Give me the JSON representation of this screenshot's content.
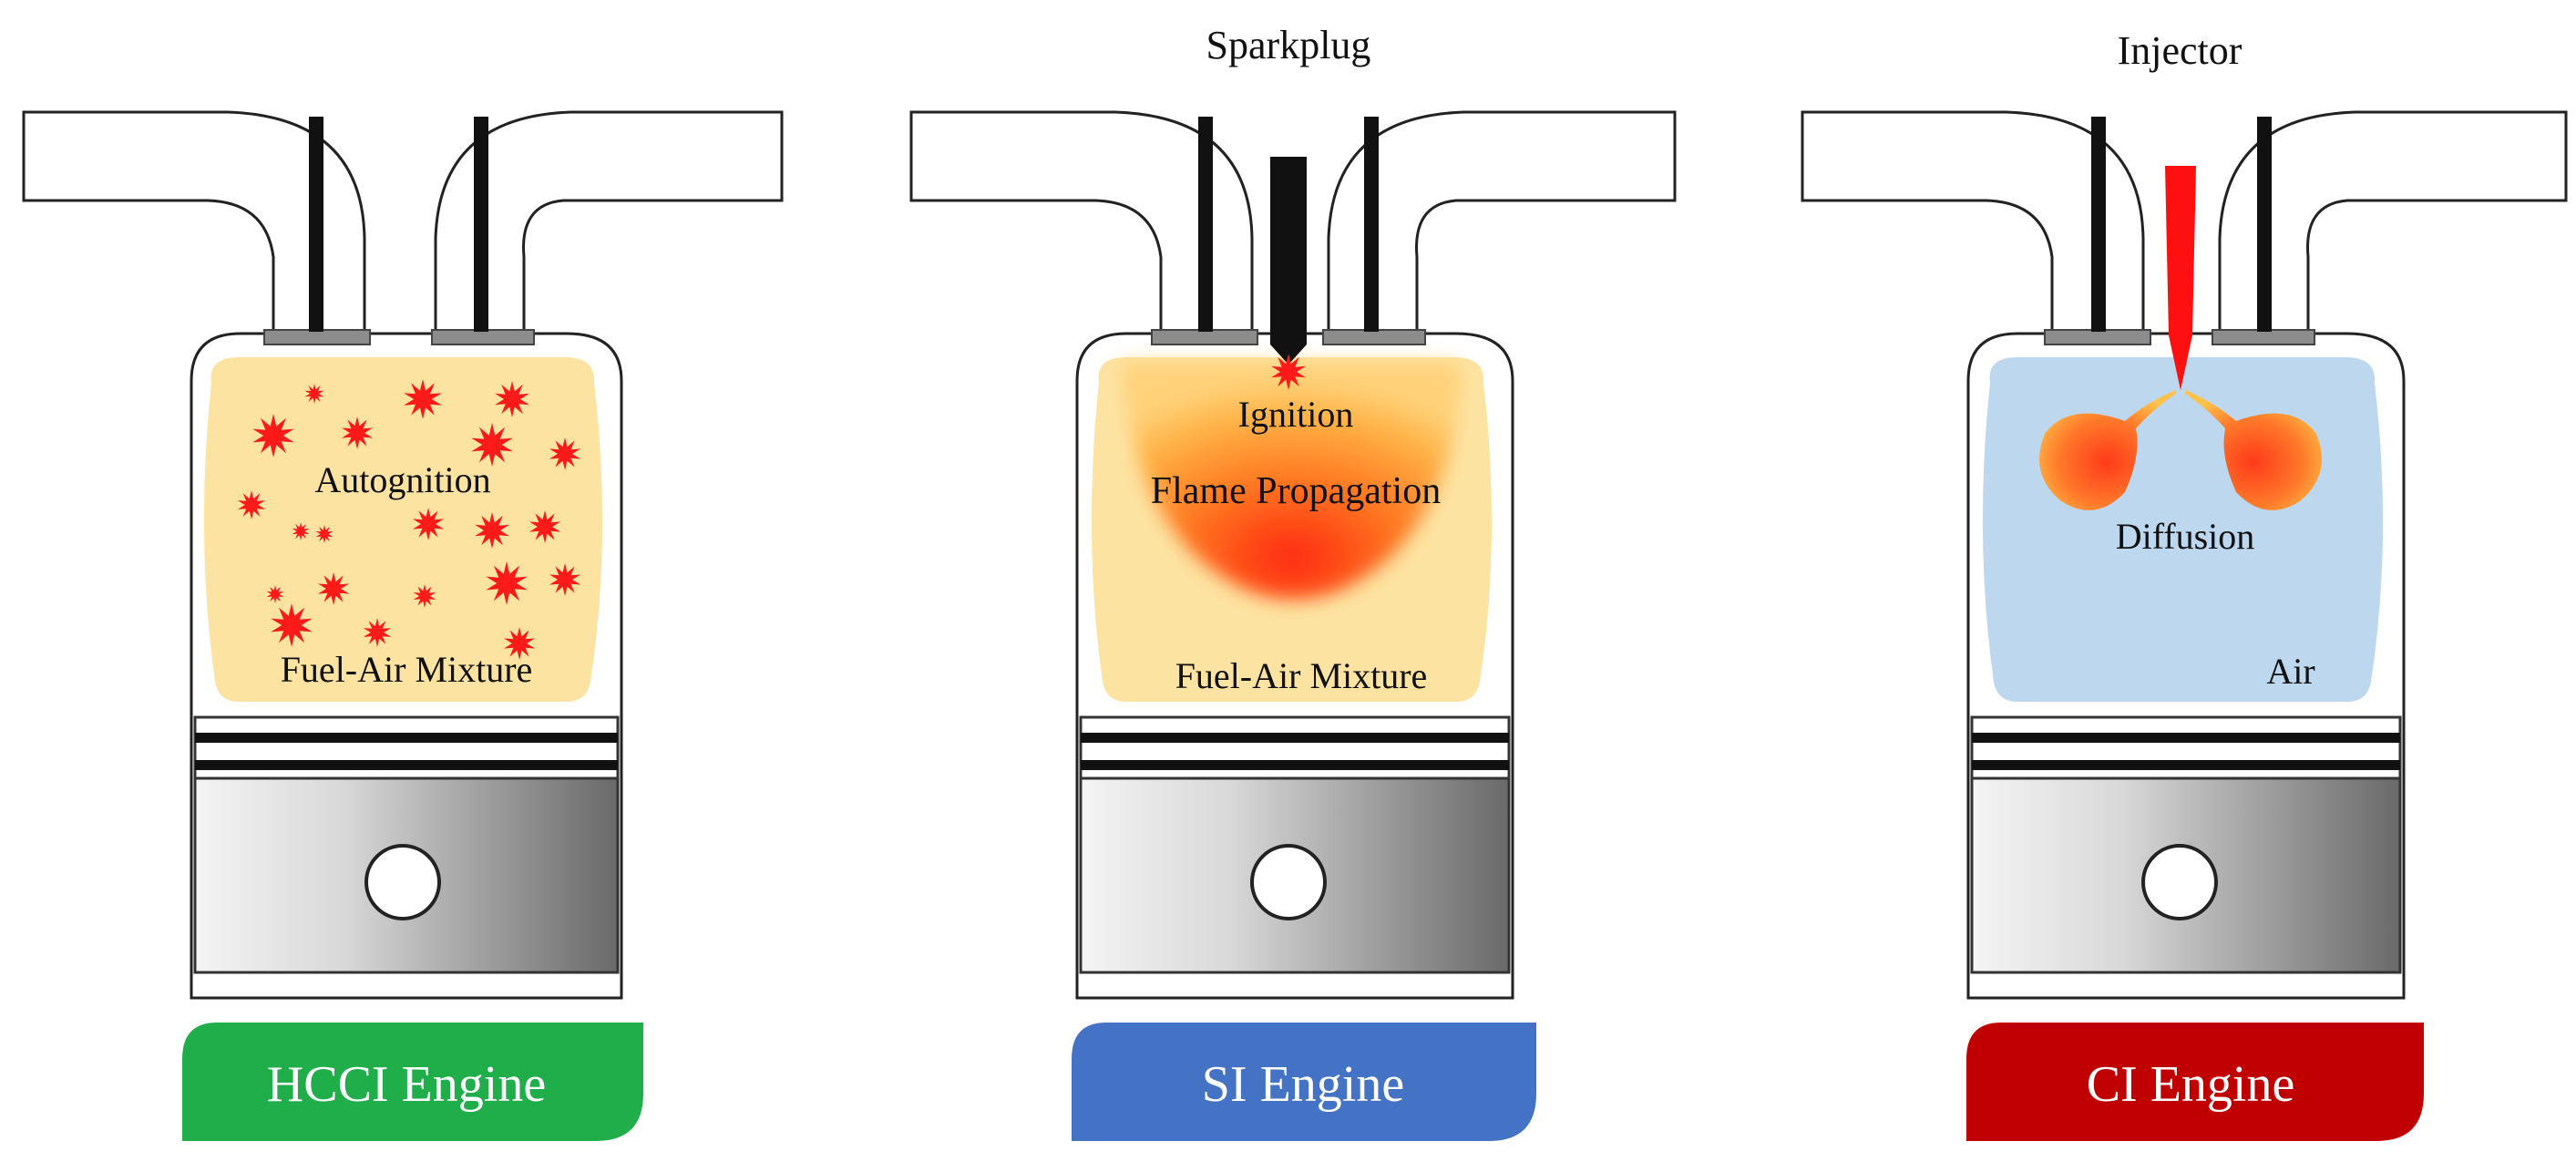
{
  "engines": [
    {
      "name": "HCCI Engine",
      "badge_color": "#1fae4a",
      "mixture_color": "#fde3a2",
      "labels": {
        "center": "Autognition",
        "bottom": "Fuel-Air Mixture"
      }
    },
    {
      "name": "SI Engine",
      "badge_color": "#4472c4",
      "mixture_color": "#fde3a2",
      "top_label": "Sparkplug",
      "labels": {
        "ignition": "Ignition",
        "flame": "Flame Propagation",
        "bottom": "Fuel-Air Mixture"
      }
    },
    {
      "name": "CI Engine",
      "badge_color": "#c00000",
      "mixture_color": "#bdd7ee",
      "top_label": "Injector",
      "labels": {
        "center": "Diffusion",
        "bottom": "Air"
      }
    }
  ],
  "colors": {
    "spark": "#ff1a1a",
    "injector": "#ff1010",
    "flame_core": "#ff2a10",
    "flame_mid": "#ff8a2a"
  }
}
